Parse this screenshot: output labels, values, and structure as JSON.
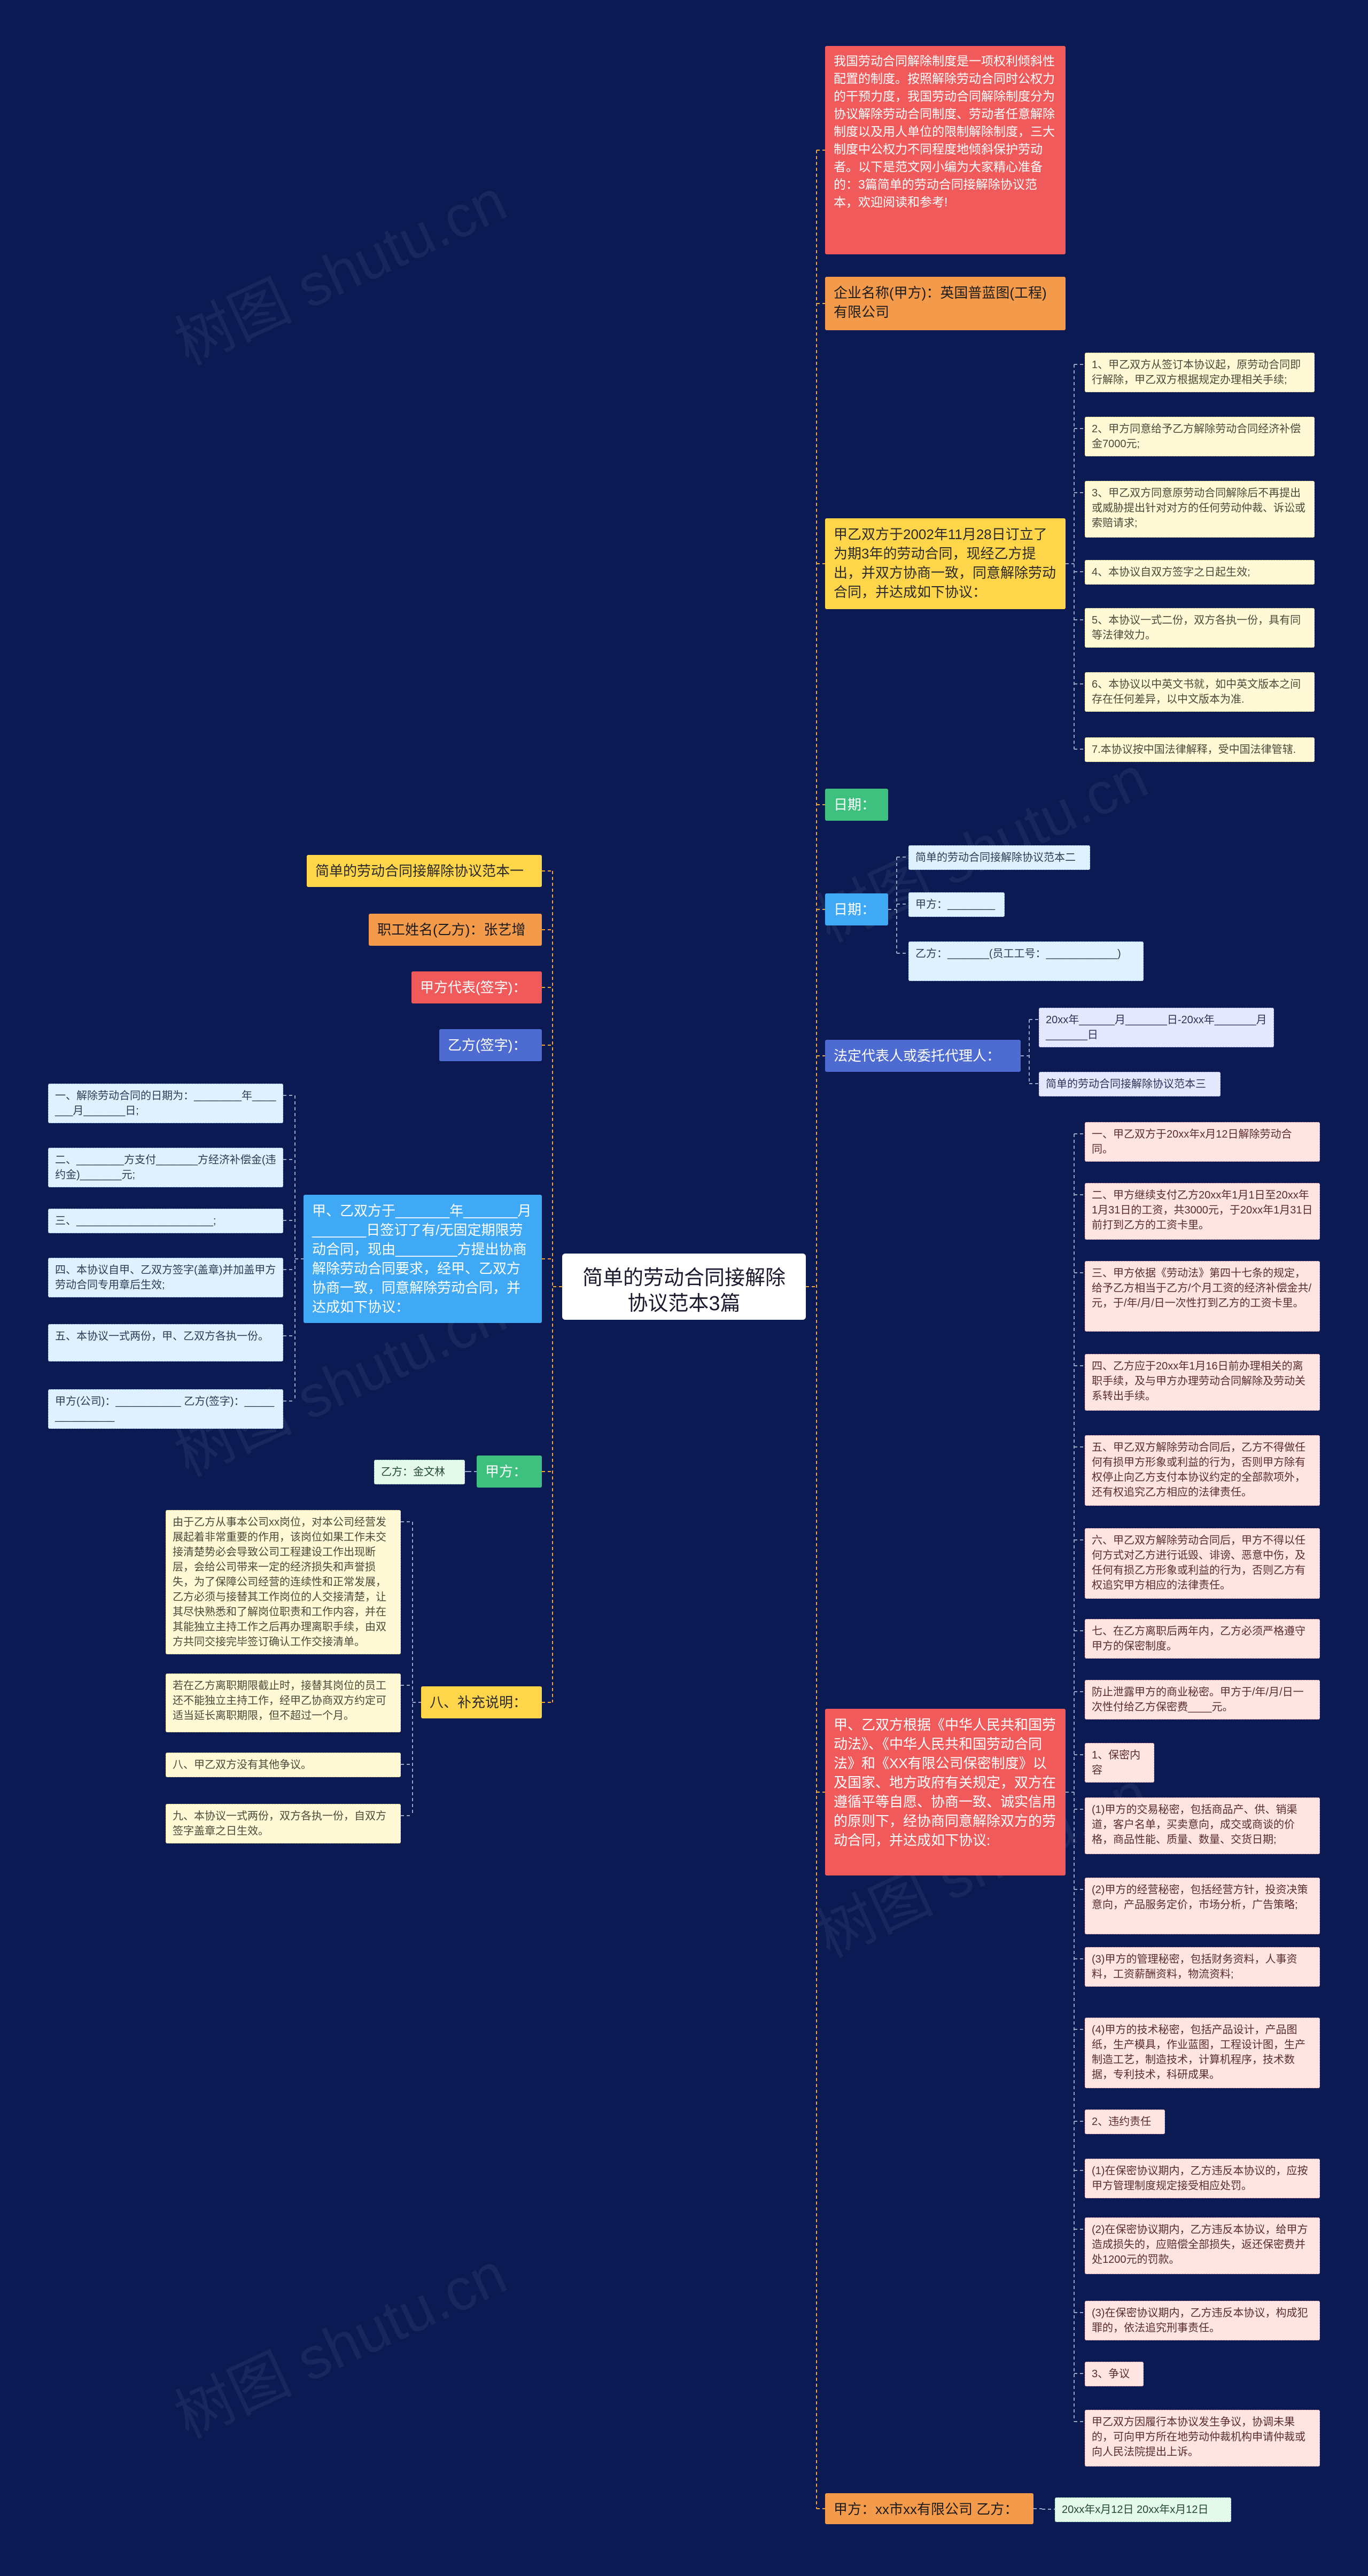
{
  "root": {
    "title": "简单的劳动合同接解除协议范本3篇"
  },
  "watermark": "树图 shutu.cn",
  "right": {
    "intro": "我国劳动合同解除制度是一项权利倾斜性配置的制度。按照解除劳动合同时公权力的干预力度，我国劳动合同解除制度分为协议解除劳动合同制度、劳动者任意解除制度以及用人单位的限制解除制度，三大制度中公权力不同程度地倾斜保护劳动者。以下是范文网小编为大家精心准备的：3篇简单的劳动合同接解除协议范本，欢迎阅读和参考!",
    "company": "企业名称(甲方)：英国普蓝图(工程)有限公司",
    "agreement1": {
      "label": "甲乙双方于2002年11月28日订立了为期3年的劳动合同，现经乙方提出，并双方协商一致，同意解除劳动合同，并达成如下协议：",
      "items": [
        "1、甲乙双方从签订本协议起，原劳动合同即行解除，甲乙双方根据规定办理相关手续;",
        "2、甲方同意给予乙方解除劳动合同经济补偿金7000元;",
        "3、甲乙双方同意原劳动合同解除后不再提出或威胁提出针对对方的任何劳动仲裁、诉讼或索赔请求;",
        "4、本协议自双方签字之日起生效;",
        "5、本协议一式二份，双方各执一份，具有同等法律效力。",
        "6、本协议以中英文书就，如中英文版本之间存在任何差异，以中文版本为准.",
        "7.本协议按中国法律解释，受中国法律管辖."
      ]
    },
    "date1": "日期：",
    "date2": {
      "label": "日期：",
      "items": [
        "简单的劳动合同接解除协议范本二",
        "甲方：________",
        "乙方：_______(员工工号：____________)"
      ]
    },
    "legal": {
      "label": "法定代表人或委托代理人：",
      "items": [
        "20xx年______月_______日-20xx年_______月_______日",
        "简单的劳动合同接解除协议范本三"
      ]
    },
    "agreement3": {
      "label": "甲、乙双方根据《中华人民共和国劳动法》、《中华人民共和国劳动合同法》和《XX有限公司保密制度》以及国家、地方政府有关规定，双方在遵循平等自愿、协商一致、诚实信用的原则下，经协商同意解除双方的劳动合同，并达成如下协议:",
      "items": [
        "一、甲乙双方于20xx年x月12日解除劳动合同。",
        "二、甲方继续支付乙方20xx年1月1日至20xx年1月31日的工资，共3000元，于20xx年1月31日前打到乙方的工资卡里。",
        "三、甲方依据《劳动法》第四十七条的规定，给予乙方相当于乙方/个月工资的经济补偿金共/元，于/年/月/日一次性打到乙方的工资卡里。",
        "四、乙方应于20xx年1月16日前办理相关的离职手续，及与甲方办理劳动合同解除及劳动关系转出手续。",
        "五、甲乙双方解除劳动合同后，乙方不得做任何有损甲方形象或利益的行为，否则甲方除有权停止向乙方支付本协议约定的全部款项外，还有权追究乙方相应的法律责任。",
        "六、甲乙双方解除劳动合同后，甲方不得以任何方式对乙方进行诋毁、诽谤、恶意中伤，及任何有损乙方形象或利益的行为，否则乙方有权追究甲方相应的法律责任。",
        "七、在乙方离职后两年内，乙方必须严格遵守甲方的保密制度。",
        "防止泄露甲方的商业秘密。甲方于/年/月/日一次性付给乙方保密费____元。",
        "1、保密内容",
        "(1)甲方的交易秘密，包括商品产、供、销渠道，客户名单，买卖意向，成交或商谈的价格，商品性能、质量、数量、交货日期;",
        "(2)甲方的经营秘密，包括经营方针，投资决策意向，产品服务定价，市场分析，广告策略;",
        "(3)甲方的管理秘密，包括财务资料，人事资料，工资薪酬资料，物流资料;",
        "(4)甲方的技术秘密，包括产品设计，产品图纸，生产模具，作业蓝图，工程设计图，生产制造工艺，制造技术，计算机程序，技术数据，专利技术，科研成果。",
        "2、违约责任",
        "(1)在保密协议期内，乙方违反本协议的，应按甲方管理制度规定接受相应处罚。",
        "(2)在保密协议期内，乙方违反本协议，给甲方造成损失的，应赔偿全部损失，返还保密费并处1200元的罚款。",
        "(3)在保密协议期内，乙方违反本协议，构成犯罪的，依法追究刑事责任。",
        "3、争议",
        "甲乙双方因履行本协议发生争议，协调未果的，可向甲方所在地劳动仲裁机构申请仲裁或向人民法院提出上诉。"
      ]
    },
    "sign": {
      "label": "甲方：xx市xx有限公司 乙方：",
      "items": [
        "20xx年x月12日 20xx年x月12日"
      ]
    }
  },
  "left": {
    "title1": "简单的劳动合同接解除协议范本一",
    "employee": "职工姓名(乙方)：张艺增",
    "rep": "甲方代表(签字)：",
    "sign": "乙方(签字)：",
    "agreement": {
      "label": "甲、乙双方于_______年_______月_______日签订了有/无固定期限劳动合同，现由________方提出协商解除劳动合同要求，经甲、乙双方协商一致，同意解除劳动合同，并达成如下协议：",
      "items": [
        "一、解除劳动合同的日期为：________年_______月_______日;",
        "二、________方支付_______方经济补偿金(违约金)_______元;",
        "三、_______________________;",
        "四、本协议自甲、乙双方签字(盖章)并加盖甲方劳动合同专用章后生效;",
        "五、本协议一式两份，甲、乙双方各执一份。",
        "甲方(公司)：___________ 乙方(签字)：_______________"
      ]
    },
    "partyA": {
      "label": "甲方：",
      "items": [
        "乙方：金文林"
      ]
    },
    "supplement": {
      "label": "八、补充说明：",
      "items": [
        "由于乙方从事本公司xx岗位，对本公司经营发展起着非常重要的作用，该岗位如果工作未交接清楚势必会导致公司工程建设工作出现断层，会给公司带来一定的经济损失和声誉损失，为了保障公司经营的连续性和正常发展，乙方必须与接替其工作岗位的人交接清楚，让其尽快熟悉和了解岗位职责和工作内容，并在其能独立主持工作之后再办理离职手续，由双方共同交接完毕签订确认工作交接清单。",
        "若在乙方离职期限截止时，接替其岗位的员工还不能独立主持工作，经甲乙协商双方约定可适当延长离职期限，但不超过一个月。",
        "八、甲乙双方没有其他争议。",
        "九、本协议一式两份，双方各执一份，自双方签字盖章之日生效。"
      ]
    }
  }
}
